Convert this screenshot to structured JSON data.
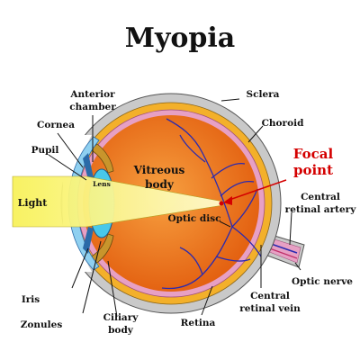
{
  "title": "Myopia",
  "labels": {
    "anterior_chamber_line1": "Anterior",
    "anterior_chamber_line2": "chamber",
    "cornea": "Cornea",
    "pupil": "Pupil",
    "sclera": "Sclera",
    "choroid": "Choroid",
    "focal_point_line1": "Focal",
    "focal_point_line2": "point",
    "vitreous_line1": "Vitreous",
    "vitreous_line2": "body",
    "lens": "Lens",
    "light": "Light",
    "optic_disc": "Optic disc",
    "central_retinal_artery_line1": "Central",
    "central_retinal_artery_line2": "retinal artery",
    "optic_nerve": "Optic nerve",
    "iris": "Iris",
    "zonules": "Zonules",
    "ciliary_body_line1": "Ciliary",
    "ciliary_body_line2": "body",
    "retina": "Retina",
    "central_retinal_vein_line1": "Central",
    "central_retinal_vein_line2": "retinal vein"
  },
  "colors": {
    "sclera": "#c9c9c9",
    "choroid": "#f3b02a",
    "retina": "#e7a0c4",
    "vitreous": "#e25d0e",
    "vitreous_center": "#f7a040",
    "cornea": "#8fd0f0",
    "lens": "#48c8ea",
    "iris": "#2a6aa8",
    "ciliary_body": "#c8952c",
    "light_beam": "#f8f25a",
    "blood_vessel": "#2a2ab0",
    "focal_label": "#d40000",
    "focal_arrow": "#d40000"
  }
}
